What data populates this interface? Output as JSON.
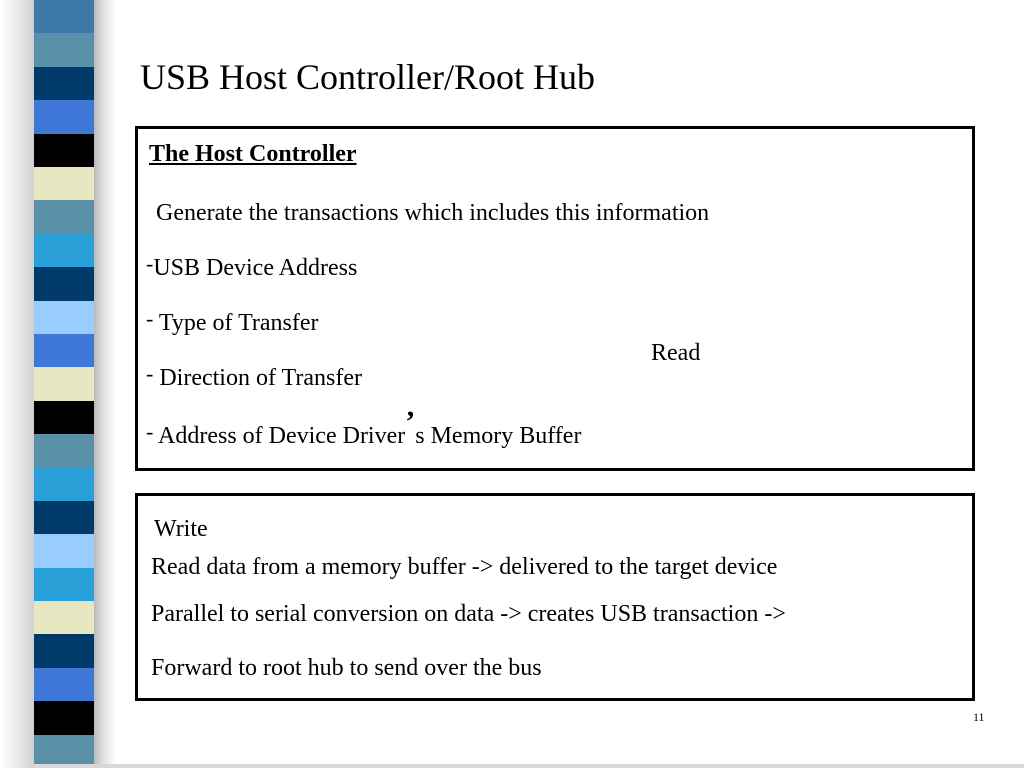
{
  "slide": {
    "title": "USB Host Controller/Root Hub",
    "page_number": "11"
  },
  "box1": {
    "heading": "The Host Controller",
    "intro": "Generate the transactions which includes this information",
    "items": [
      {
        "dash": "-",
        "text": "USB Device Address"
      },
      {
        "dash": "-",
        "text": " Type of Transfer"
      },
      {
        "dash": "-",
        "text": " Direction of Transfer"
      },
      {
        "dash": "-",
        "text_before": " Address of Device Driver",
        "apostrophe": "’",
        "text_after": "s Memory Buffer"
      }
    ],
    "side_label": "Read"
  },
  "box2": {
    "label": "Write",
    "line1": "Read data from a memory buffer -> delivered to the target device",
    "line2": "Parallel to serial conversion on data -> creates USB transaction ->",
    "line3": "Forward to root hub to send over the bus"
  },
  "stripe_colors": [
    "#3d7aa8",
    "#5a8fa8",
    "#003a6b",
    "#3f77d9",
    "#000000",
    "#e6e6c0",
    "#5a8fa8",
    "#2aa0d8",
    "#003a6b",
    "#99ccff",
    "#3f77d9",
    "#e6e6c0",
    "#000000",
    "#5a8fa8",
    "#2aa0d8",
    "#003a6b",
    "#99ccff",
    "#2aa0d8",
    "#e6e6c0",
    "#003a6b",
    "#3f77d9",
    "#000000",
    "#5a8fa8"
  ]
}
